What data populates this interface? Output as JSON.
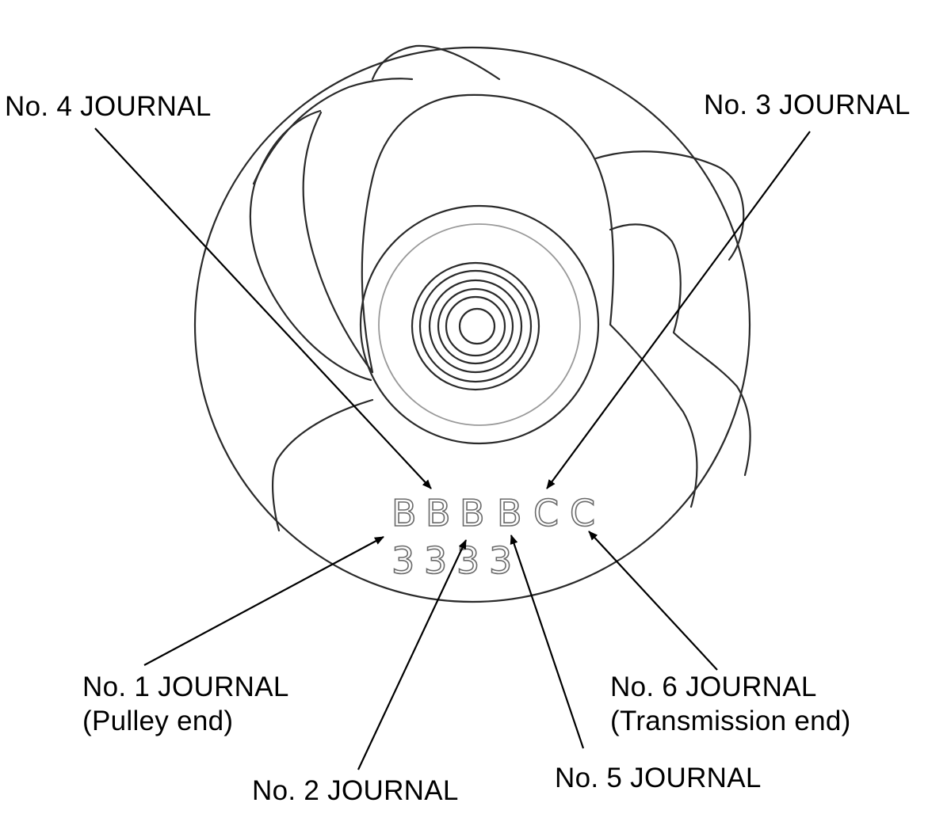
{
  "labels": {
    "no4": "No. 4 JOURNAL",
    "no3": "No. 3 JOURNAL",
    "no1_line1": "No. 1 JOURNAL",
    "no1_line2": "(Pulley end)",
    "no2": "No. 2 JOURNAL",
    "no5": "No. 5 JOURNAL",
    "no6_line1": "No. 6 JOURNAL",
    "no6_line2": "(Transmission end)"
  },
  "stamp": {
    "letters": [
      "B",
      "B",
      "B",
      "B",
      "C",
      "C"
    ],
    "numbers": [
      "3",
      "3",
      "3",
      "3"
    ]
  },
  "colors": {
    "outline": "#2a2a2a",
    "stamp_outline": "#6a6a6a",
    "text": "#000000"
  }
}
